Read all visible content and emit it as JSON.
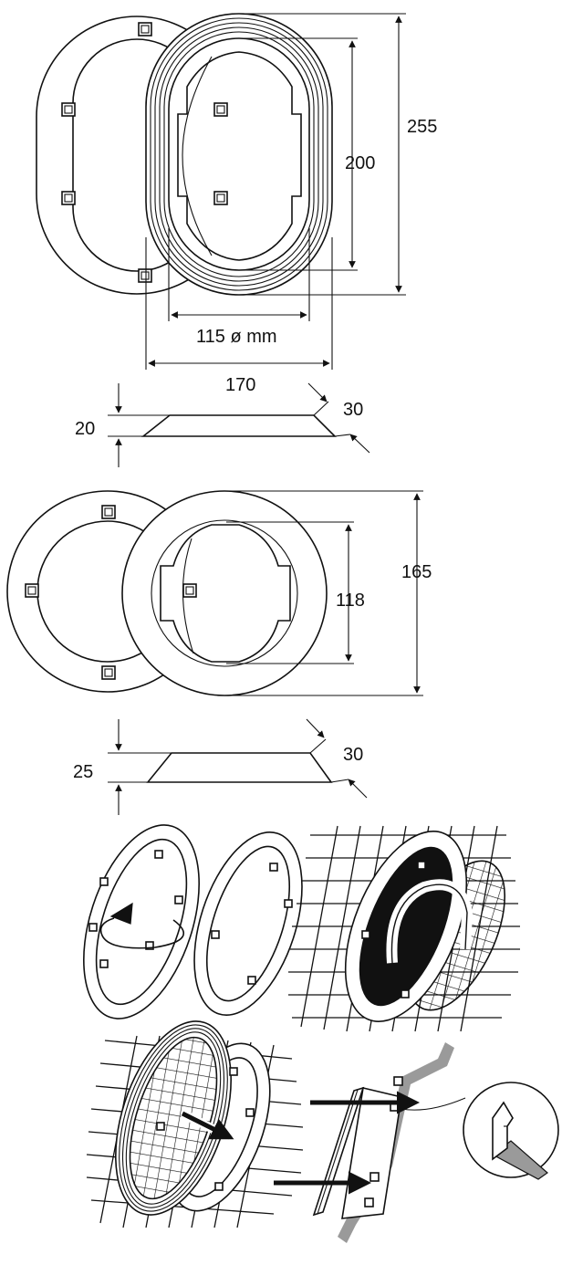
{
  "dimensions": {
    "oval_height_outer": "255",
    "oval_height_inner": "200",
    "oval_opening_width": "115 ø mm",
    "oval_width_outer": "170",
    "oval_thickness": "20",
    "oval_flange": "30",
    "round_outer": "165",
    "round_inner": "118",
    "round_thickness": "25",
    "round_flange": "30"
  },
  "icons": [
    "oval-frame-icon",
    "round-frame-icon",
    "wire-mesh-icon",
    "clip-detail-icon",
    "arrow-icon"
  ],
  "colors": {
    "line": "#111111",
    "background": "#ffffff"
  }
}
